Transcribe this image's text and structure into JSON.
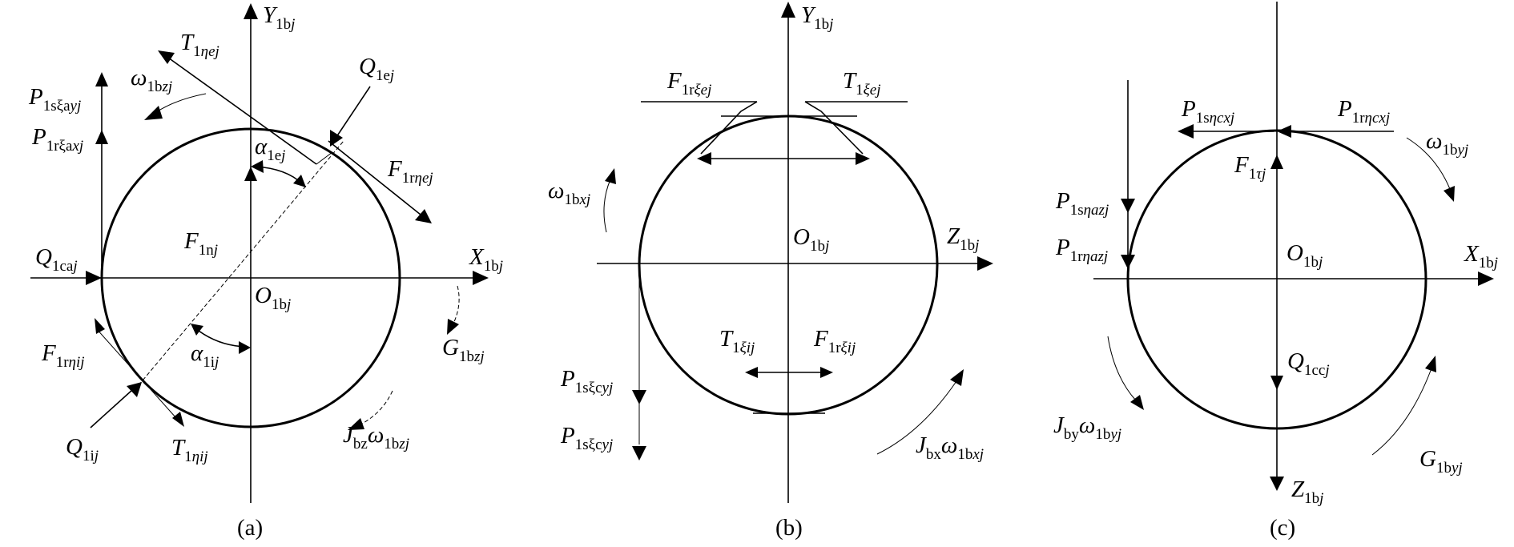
{
  "panels": [
    {
      "caption": "(a)",
      "labels": [
        {
          "key": "y_axis",
          "main": "Y",
          "sub": "1b",
          "it": "j"
        },
        {
          "key": "x_axis",
          "main": "X",
          "sub": "1b",
          "it": "j"
        },
        {
          "key": "origin",
          "main": "O",
          "sub": "1b",
          "it": "j"
        },
        {
          "key": "t_eta_e",
          "main": "T",
          "sub": "1",
          "it": "ηej"
        },
        {
          "key": "omega_bz",
          "main": "ω",
          "sub": "1b",
          "it": "zj"
        },
        {
          "key": "q_e",
          "main": "Q",
          "sub": "1e",
          "it": "j"
        },
        {
          "key": "p_s_xi_a",
          "main": "P",
          "sub": "1sξa",
          "it": "yj"
        },
        {
          "key": "p_r_xi_a",
          "main": "P",
          "sub": "1rξa",
          "it": "xj"
        },
        {
          "key": "alpha_e",
          "main": "α",
          "sub": "1e",
          "it": "j"
        },
        {
          "key": "f_r_eta_e",
          "main": "F",
          "sub": "1r",
          "it": "ηej"
        },
        {
          "key": "f_n",
          "main": "F",
          "sub": "1n",
          "it": "j"
        },
        {
          "key": "q_ca",
          "main": "Q",
          "sub": "1ca",
          "it": "j"
        },
        {
          "key": "f_r_eta_i",
          "main": "F",
          "sub": "1r",
          "it": "ηij"
        },
        {
          "key": "alpha_i",
          "main": "α",
          "sub": "1i",
          "it": "j"
        },
        {
          "key": "g_bz",
          "main": "G",
          "sub": "1b",
          "it": "zj"
        },
        {
          "key": "q_i",
          "main": "Q",
          "sub": "1i",
          "it": "j"
        },
        {
          "key": "t_eta_i",
          "main": "T",
          "sub": "1",
          "it": "ηij"
        },
        {
          "key": "j_bz",
          "main": "J",
          "sub": "bz",
          "it": "",
          "dot": "ω",
          "sub2": "1b",
          "it2": "zj"
        }
      ]
    },
    {
      "caption": "(b)",
      "labels": [
        {
          "key": "y_axis",
          "main": "Y",
          "sub": "1b",
          "it": "j"
        },
        {
          "key": "f_r_xi_e",
          "main": "F",
          "sub": "1r",
          "it": "ξej"
        },
        {
          "key": "t_xi_e",
          "main": "T",
          "sub": "1",
          "it": "ξej"
        },
        {
          "key": "omega_bx",
          "main": "ω",
          "sub": "1b",
          "it": "xj"
        },
        {
          "key": "origin",
          "main": "O",
          "sub": "1b",
          "it": "j"
        },
        {
          "key": "z_axis",
          "main": "Z",
          "sub": "1b",
          "it": "j"
        },
        {
          "key": "t_xi_i",
          "main": "T",
          "sub": "1",
          "it": "ξij"
        },
        {
          "key": "f_r_xi_i",
          "main": "F",
          "sub": "1r",
          "it": "ξij"
        },
        {
          "key": "p_s_xi_c1",
          "main": "P",
          "sub": "1sξc",
          "it": "yj"
        },
        {
          "key": "p_s_xi_c2",
          "main": "P",
          "sub": "1sξc",
          "it": "yj"
        },
        {
          "key": "j_bx",
          "main": "J",
          "sub": "bx",
          "it": "",
          "dot": "ω",
          "sub2": "1b",
          "it2": "xj"
        }
      ]
    },
    {
      "caption": "(c)",
      "labels": [
        {
          "key": "p_s_eta_c",
          "main": "P",
          "sub": "1s",
          "it": "ηcxj"
        },
        {
          "key": "p_r_eta_c",
          "main": "P",
          "sub": "1r",
          "it": "ηcxj"
        },
        {
          "key": "f_tau",
          "main": "F",
          "sub": "1",
          "it": "τj"
        },
        {
          "key": "omega_by",
          "main": "ω",
          "sub": "1b",
          "it": "yj"
        },
        {
          "key": "p_s_eta_a",
          "main": "P",
          "sub": "1s",
          "it": "ηazj"
        },
        {
          "key": "p_r_eta_a",
          "main": "P",
          "sub": "1r",
          "it": "ηazj"
        },
        {
          "key": "origin",
          "main": "O",
          "sub": "1b",
          "it": "j"
        },
        {
          "key": "x_axis",
          "main": "X",
          "sub": "1b",
          "it": "j"
        },
        {
          "key": "q_cc",
          "main": "Q",
          "sub": "1cc",
          "it": "j"
        },
        {
          "key": "j_by",
          "main": "J",
          "sub": "by",
          "it": "",
          "dot": "ω",
          "sub2": "1b",
          "it2": "yj"
        },
        {
          "key": "g_by",
          "main": "G",
          "sub": "1b",
          "it": "yj"
        },
        {
          "key": "z_axis",
          "main": "Z",
          "sub": "1b",
          "it": "j"
        }
      ]
    }
  ]
}
